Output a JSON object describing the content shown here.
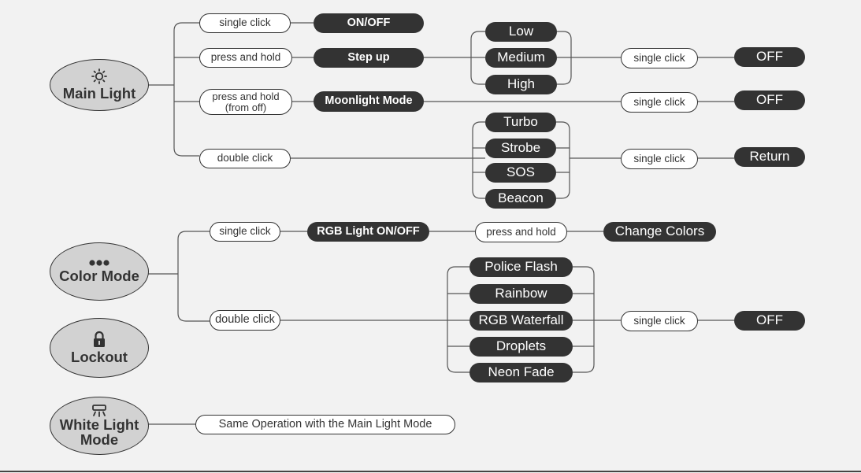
{
  "main_light": {
    "title": "Main Light",
    "icon": "sun-icon",
    "single_click": "single click",
    "on_off": "ON/OFF",
    "press_hold": "press and hold",
    "step_up": "Step up",
    "levels": [
      "Low",
      "Medium",
      "High"
    ],
    "levels_single_click": "single click",
    "levels_off": "OFF",
    "press_hold_off_line1": "press and hold",
    "press_hold_off_line2": "(from off)",
    "moonlight": "Moonlight Mode",
    "moonlight_single_click": "single click",
    "moonlight_off": "OFF",
    "double_click": "double click",
    "special_modes": [
      "Turbo",
      "Strobe",
      "SOS",
      "Beacon"
    ],
    "special_single_click": "single click",
    "special_return": "Return"
  },
  "color_mode": {
    "title": "Color Mode",
    "icon": "dots-icon",
    "single_click": "single click",
    "rgb_on_off": "RGB Light ON/OFF",
    "press_hold": "press and hold",
    "change_colors": "Change Colors",
    "double_click": "double click",
    "effects": [
      "Police Flash",
      "Rainbow",
      "RGB Waterfall",
      "Droplets",
      "Neon Fade"
    ],
    "effects_single_click": "single click",
    "effects_off": "OFF"
  },
  "lockout": {
    "title": "Lockout",
    "icon": "lock-icon"
  },
  "white_light": {
    "title_line1": "White Light",
    "title_line2": "Mode",
    "icon": "lamp-icon",
    "note": "Same Operation with the Main Light Mode"
  },
  "colors": {
    "dark_pill": "#333333",
    "ellipse_fill": "#d2d2d2",
    "background": "#f2f2f2"
  }
}
